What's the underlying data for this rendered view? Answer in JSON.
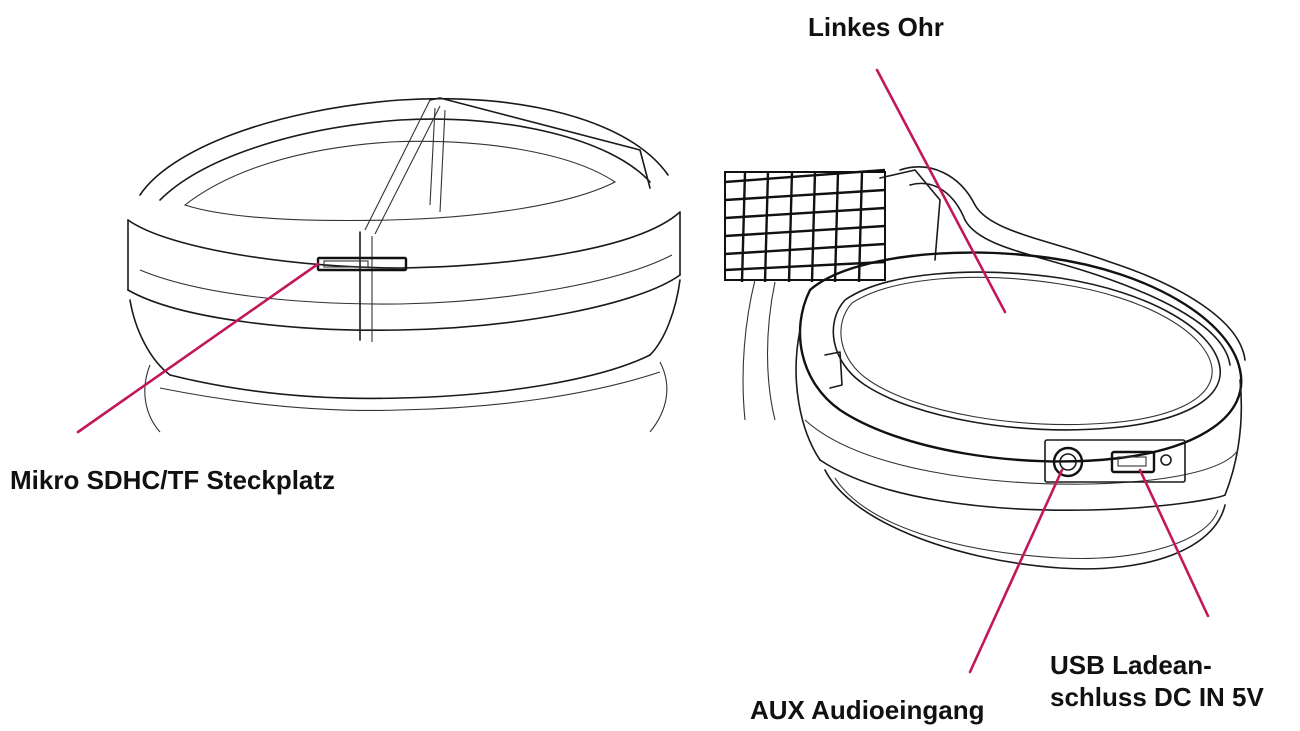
{
  "labels": {
    "left_ear": "Linkes Ohr",
    "sd_slot": "Mikro SDHC/TF Steckplatz",
    "aux_input": "AUX Audioeingang",
    "usb_line1": "USB Ladean-",
    "usb_line2": "schluss DC IN 5V"
  },
  "colors": {
    "leader": "#c2185b",
    "outline": "#1a1a1a"
  }
}
